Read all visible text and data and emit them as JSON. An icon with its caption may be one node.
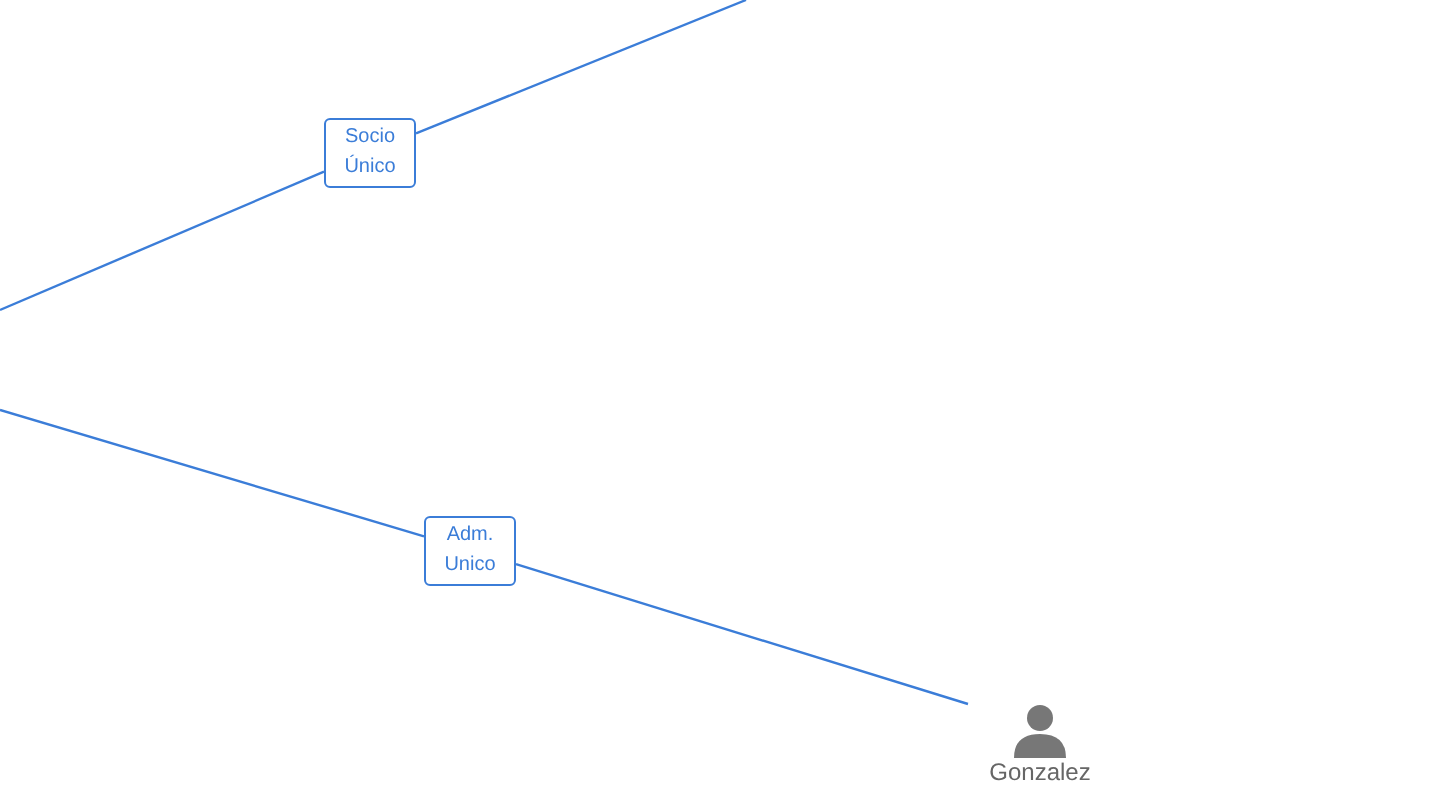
{
  "diagram": {
    "nodes": [
      {
        "text": [
          "Socio Único"
        ]
      },
      {
        "text": [
          "Adm. Unico"
        ]
      },
      {
        "text": [
          "Gonzalez"
        ]
      }
    ],
    "edges": [
      {
        "from": null,
        "to": 0,
        "arrow": "none"
      },
      {
        "from": 0,
        "to": null,
        "arrow": "none"
      },
      {
        "from": null,
        "to": 1,
        "arrow": "none"
      },
      {
        "from": 1,
        "to": 2,
        "arrow": "none"
      }
    ]
  }
}
